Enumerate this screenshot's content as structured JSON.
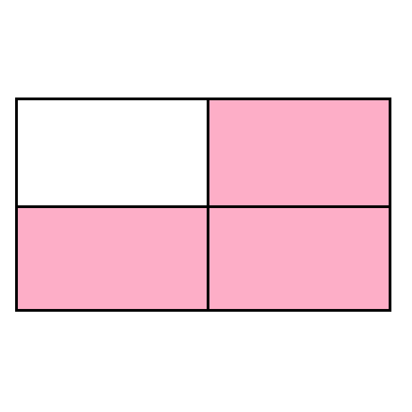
{
  "diagram": {
    "rows": 2,
    "columns": 2,
    "shaded_fraction": "3/4",
    "colors": {
      "shaded": "#fdaec7",
      "unshaded": "#ffffff",
      "border": "#000000"
    },
    "cells": [
      {
        "row": 1,
        "col": 1,
        "shaded": false
      },
      {
        "row": 1,
        "col": 2,
        "shaded": true
      },
      {
        "row": 2,
        "col": 1,
        "shaded": true
      },
      {
        "row": 2,
        "col": 2,
        "shaded": true
      }
    ]
  }
}
